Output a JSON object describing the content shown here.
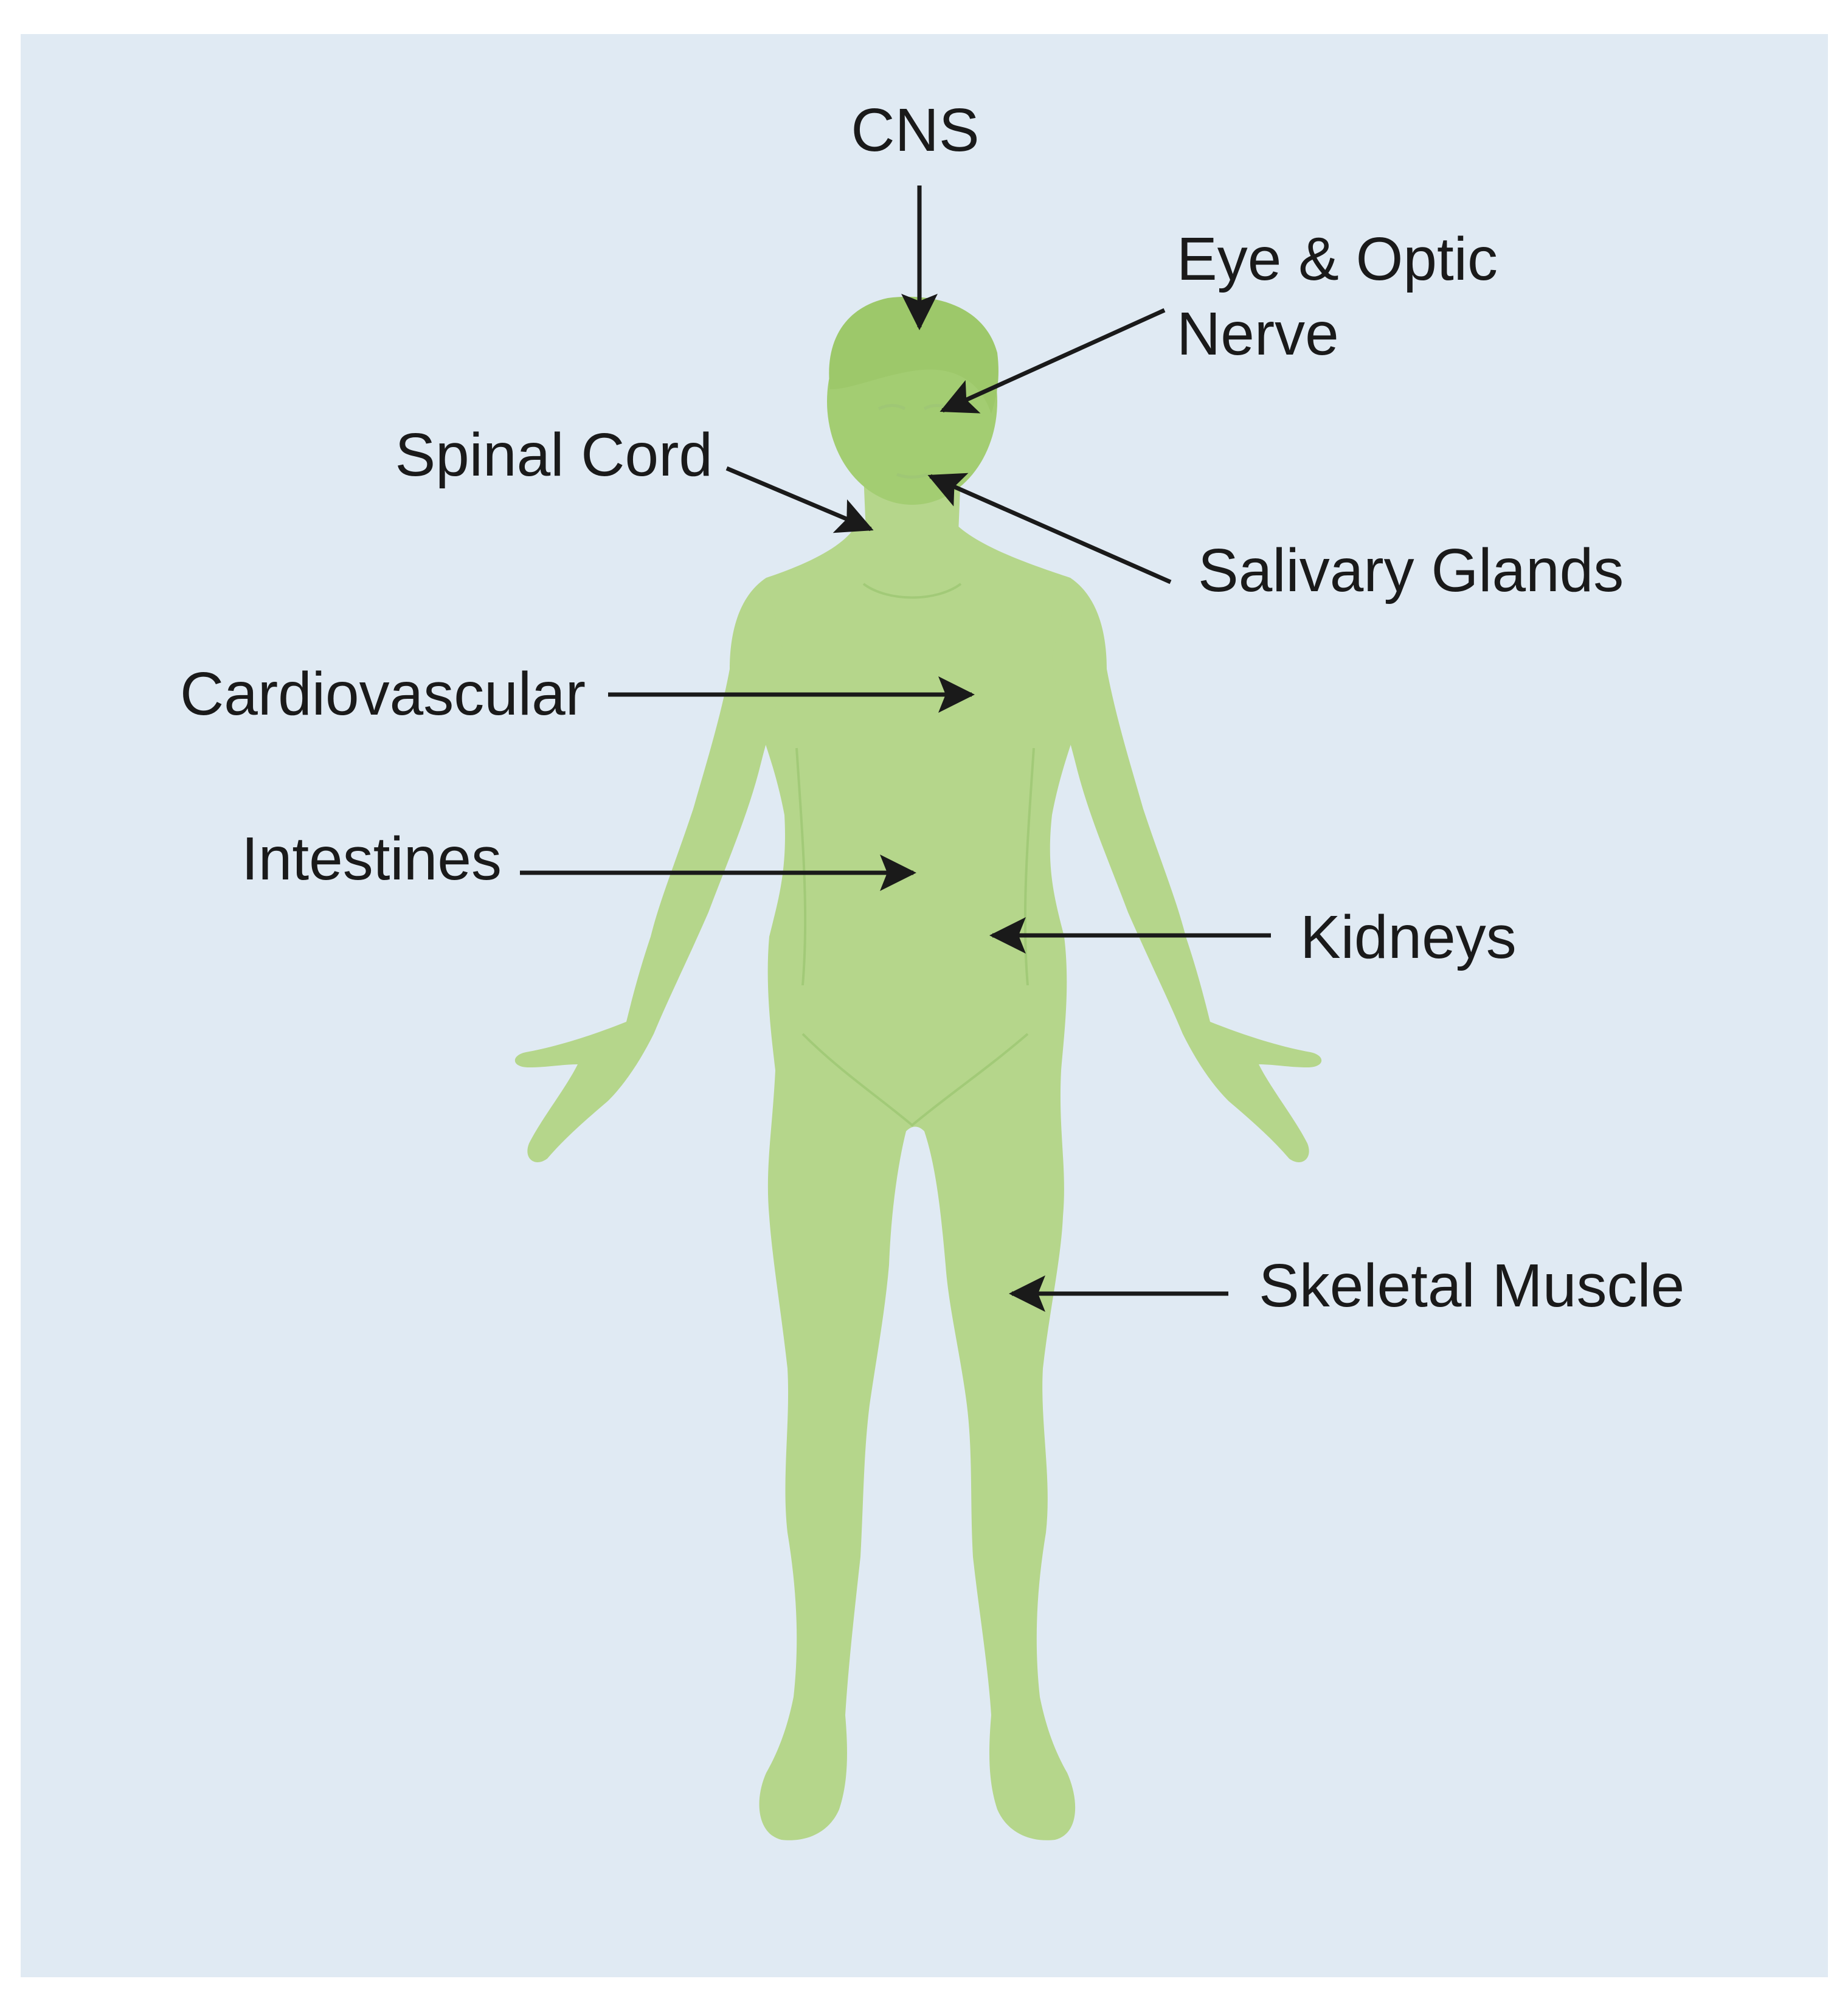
{
  "colors": {
    "page": "#ffffff",
    "panel": "#e0eaf3",
    "body": "#b5d68b",
    "head": "#a3cd72",
    "body_detail": "#9fc775",
    "arrow": "#1a1a1a",
    "text": "#1a1a1a"
  },
  "labels": {
    "cns": "CNS",
    "eye_line1": "Eye & Optic",
    "eye_line2": "Nerve",
    "spinal": "Spinal Cord",
    "salivary": "Salivary Glands",
    "cardio": "Cardiovascular",
    "intestines": "Intestines",
    "kidneys": "Kidneys",
    "muscle": "Skeletal Muscle"
  }
}
